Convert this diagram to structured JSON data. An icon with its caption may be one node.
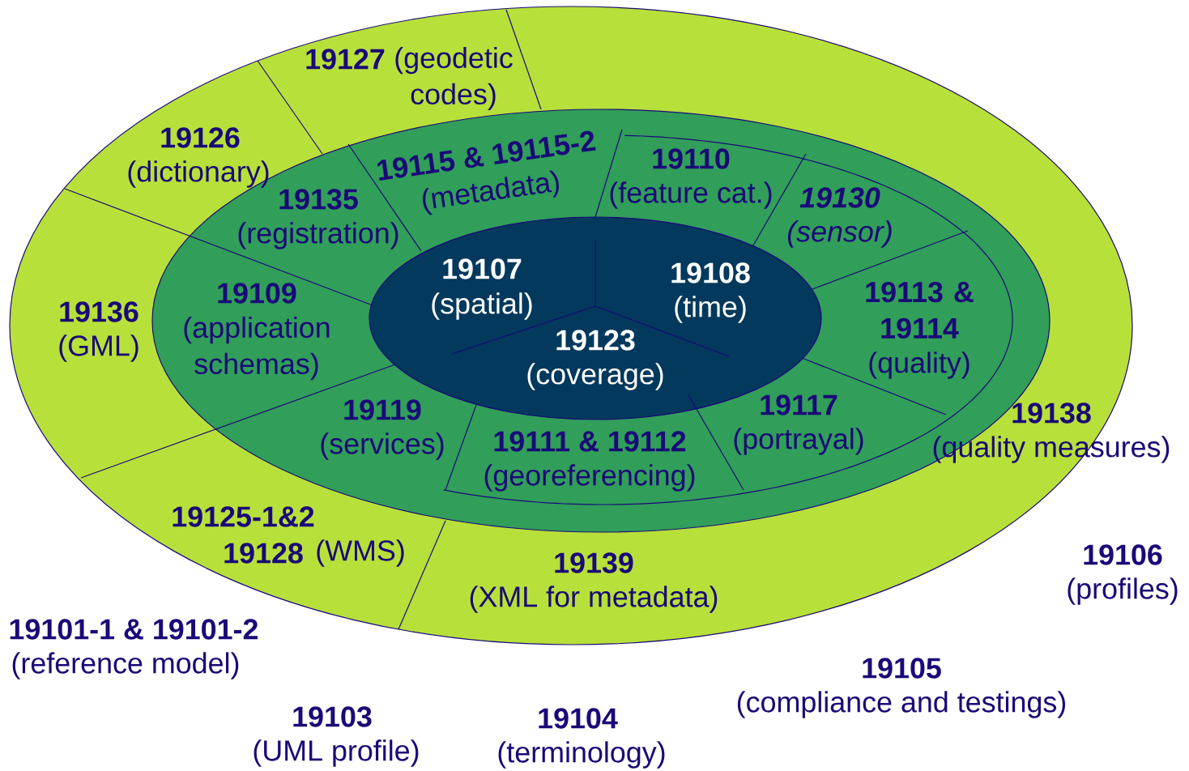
{
  "diagram": {
    "nodes": [
      {
        "text": [],
        "shape": "ellipse"
      },
      {
        "text": [
          "19127",
          "(geodetic codes)"
        ],
        "in": 0
      },
      {
        "text": [
          "19126",
          "(dictionary)"
        ],
        "in": 0
      },
      {
        "text": [
          "19136",
          "(GML)"
        ],
        "in": 0
      },
      {
        "text": [
          "19125-1&2",
          "19128",
          "(WMS)"
        ],
        "in": 0
      },
      {
        "text": [
          "19139",
          "(XML for metadata)"
        ],
        "in": 0
      },
      {
        "text": [
          "19138",
          "(quality measures)"
        ],
        "in": 0
      },
      {
        "text": [],
        "shape": "ellipse",
        "in": 0
      },
      {
        "text": [
          "19135",
          "(registration)"
        ],
        "in": 7
      },
      {
        "text": [
          "19115 & 19115-2",
          "(metadata)"
        ],
        "in": 7
      },
      {
        "text": [
          "19110",
          "(feature cat.)"
        ],
        "in": 7
      },
      {
        "text": [
          "19130",
          "(sensor)"
        ],
        "in": 7
      },
      {
        "text": [
          "19113 & 19114",
          "(quality)"
        ],
        "in": 7
      },
      {
        "text": [
          "19117",
          "(portrayal)"
        ],
        "in": 7
      },
      {
        "text": [
          "19111 & 19112",
          "(georeferencing)"
        ],
        "in": 7
      },
      {
        "text": [
          "19119",
          "(services)"
        ],
        "in": 7
      },
      {
        "text": [
          "19109",
          "(application schemas)"
        ],
        "in": 7
      },
      {
        "text": [],
        "shape": "ellipse",
        "in": 7
      },
      {
        "text": [
          "19107",
          "(spatial)"
        ],
        "in": 17
      },
      {
        "text": [
          "19108",
          "(time)"
        ],
        "in": 17
      },
      {
        "text": [
          "19123",
          "(coverage)"
        ],
        "in": 17
      }
    ],
    "labels": [
      "19101-1 & 19101-2",
      "(reference model)",
      "19106",
      "(profiles)",
      "19105",
      "(compliance and testings)",
      "19103",
      "(UML profile)",
      "19104",
      "(terminology)"
    ]
  }
}
